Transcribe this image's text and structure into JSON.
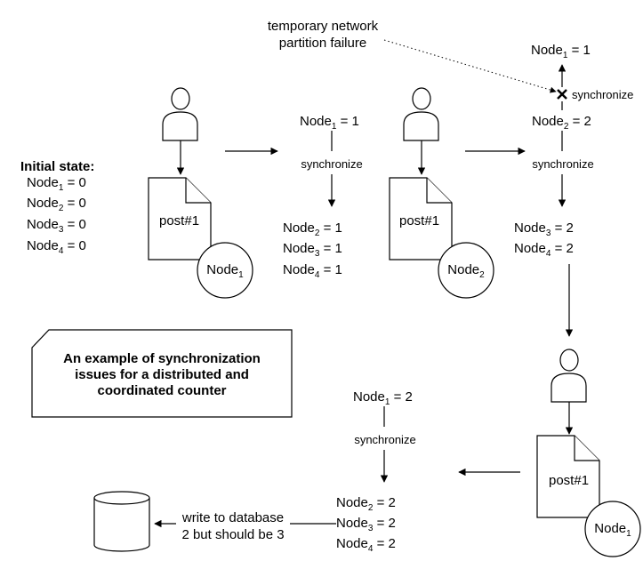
{
  "note": {
    "failure": [
      "temporary network",
      "partition failure"
    ],
    "title": [
      "An example of synchronization",
      "issues for a distributed and",
      "coordinated counter"
    ]
  },
  "initial": {
    "label": "Initial state:",
    "rows": [
      {
        "base": "Node",
        "sub": "1",
        "rest": " = 0"
      },
      {
        "base": "Node",
        "sub": "2",
        "rest": " = 0"
      },
      {
        "base": "Node",
        "sub": "3",
        "rest": " = 0"
      },
      {
        "base": "Node",
        "sub": "4",
        "rest": " = 0"
      }
    ]
  },
  "sync_label": "synchronize",
  "doc_label": "post#1",
  "node_badges": [
    {
      "base": "Node",
      "sub": "1"
    },
    {
      "base": "Node",
      "sub": "2"
    },
    {
      "base": "Node",
      "sub": "1"
    }
  ],
  "groups": [
    {
      "top": {
        "base": "Node",
        "sub": "1",
        "rest": " = 1"
      },
      "rows": [
        {
          "base": "Node",
          "sub": "2",
          "rest": " = 1"
        },
        {
          "base": "Node",
          "sub": "3",
          "rest": " = 1"
        },
        {
          "base": "Node",
          "sub": "4",
          "rest": " = 1"
        }
      ]
    },
    {
      "failed": {
        "base": "Node",
        "sub": "1",
        "rest": " = 1"
      },
      "top": {
        "base": "Node",
        "sub": "2",
        "rest": " = 2"
      },
      "rows": [
        {
          "base": "Node",
          "sub": "3",
          "rest": " = 2"
        },
        {
          "base": "Node",
          "sub": "4",
          "rest": " = 2"
        }
      ]
    },
    {
      "top": {
        "base": "Node",
        "sub": "1",
        "rest": " = 2"
      },
      "rows": [
        {
          "base": "Node",
          "sub": "2",
          "rest": " = 2"
        },
        {
          "base": "Node",
          "sub": "3",
          "rest": " = 2"
        },
        {
          "base": "Node",
          "sub": "4",
          "rest": " = 2"
        }
      ]
    }
  ],
  "database_label": [
    "write to database",
    "2 but should be 3"
  ]
}
